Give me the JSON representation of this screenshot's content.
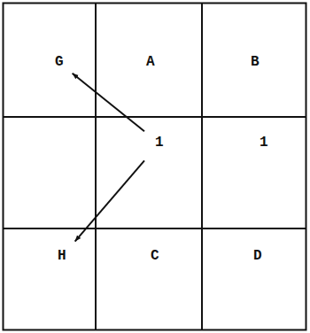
{
  "diagram": {
    "nodes": [
      {
        "text": [
          "G"
        ]
      },
      {
        "text": [
          "A"
        ]
      },
      {
        "text": [
          "B"
        ]
      },
      {
        "text": [
          "1"
        ]
      },
      {
        "text": [
          "1"
        ]
      },
      {
        "text": [
          "H"
        ]
      },
      {
        "text": [
          "C"
        ]
      },
      {
        "text": [
          "D"
        ]
      }
    ],
    "edges": [
      {
        "from": 3,
        "to": 0,
        "arrow": "to"
      },
      {
        "from": 3,
        "to": 5,
        "arrow": "to"
      }
    ]
  }
}
